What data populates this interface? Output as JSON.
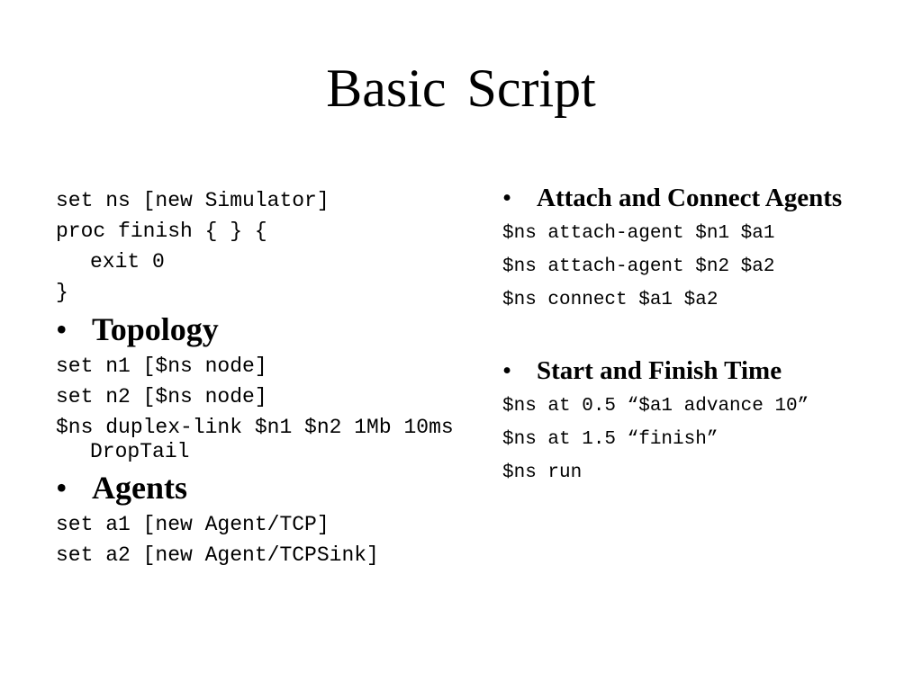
{
  "slide": {
    "title": "Basic  Script",
    "left": {
      "code_1": "set ns [new Simulator]",
      "code_2": "proc finish { } {",
      "code_3": "exit 0",
      "code_4": "}",
      "bullet_topology": "Topology",
      "code_5": "set n1 [$ns node]",
      "code_6": "set n2 [$ns node]",
      "code_7": "$ns duplex-link $n1 $n2 1Mb 10ms DropTail",
      "bullet_agents": "Agents",
      "code_8": "set a1 [new Agent/TCP]",
      "code_9": "set a2 [new Agent/TCPSink]"
    },
    "right": {
      "bullet_attach": "Attach and Connect Agents",
      "code_1": "$ns attach-agent $n1 $a1",
      "code_2": "$ns attach-agent $n2 $a2",
      "code_3": "$ns connect $a1 $a2",
      "bullet_time": "Start and Finish Time",
      "code_4": "$ns at 0.5 “$a1 advance 10”",
      "code_5": "$ns at 1.5 “finish”",
      "code_6": "$ns run"
    },
    "bullet_glyph": "•"
  }
}
